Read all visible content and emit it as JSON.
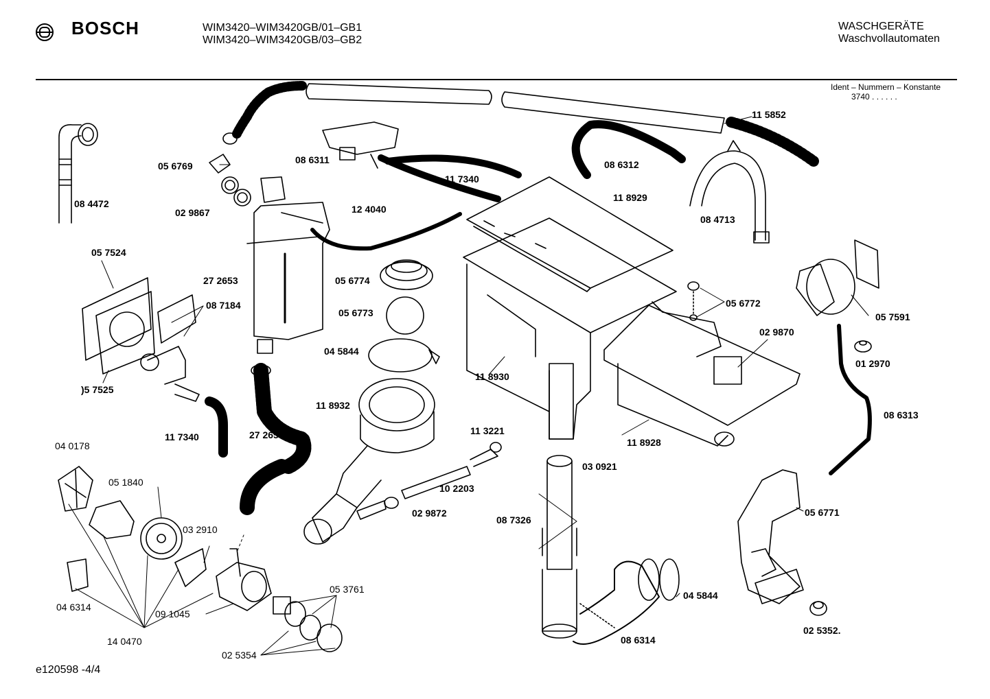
{
  "header": {
    "brand": "BOSCH",
    "model_line_1": "WIM3420–WIM3420GB/01–GB1",
    "model_line_2": "WIM3420–WIM3420GB/03–GB2",
    "category": "WASCHGERÄTE",
    "subcategory": "Waschvollautomaten",
    "ident_label": "Ident – Nummern – Konstante",
    "ident_value": "3740  .  .  .  .  .  ."
  },
  "parts": {
    "p115852": "11 5852",
    "p086311": "08 6311",
    "p056769": "05 6769",
    "p086312": "08 6312",
    "p117340a": "11 7340",
    "p118929": "11 8929",
    "p084472": "08 4472",
    "p029867": "02 9867",
    "p124040": "12 4040",
    "p084713": "08 4713",
    "p057524": "05 7524",
    "p272653": "27 2653",
    "p056774": "05 6774",
    "p056773": "05 6773",
    "p087184": "08 7184",
    "p056772": "05 6772",
    "p057591": "05 7591",
    "p045844a": "04 5844",
    "p029870": "02 9870",
    "p012970": "01 2970",
    "p057525": ")5 7525",
    "p118930": "11 8930",
    "p118932": "11 8932",
    "p086313": "08 6313",
    "p113221": "11 3221",
    "p117340b": "11 7340",
    "p272654": "27 2654",
    "p118928": "11 8928",
    "p040178": "04 0178",
    "p030921": "03 0921",
    "p102203": "10 2203",
    "p051840": "05 1840",
    "p056771": "05 6771",
    "p087326": "08 7326",
    "p029872": "02 9872",
    "p032910": "03 2910",
    "p046314": "04 6314",
    "p045844b": "04 5844",
    "p053761": "05 3761",
    "p091045": "09 1045",
    "p140470": "14 0470",
    "p086314": "08 6314",
    "p025352a": "02 5352.",
    "p025354": "02 5354"
  },
  "footer": {
    "code": "e120598 -4/4"
  }
}
